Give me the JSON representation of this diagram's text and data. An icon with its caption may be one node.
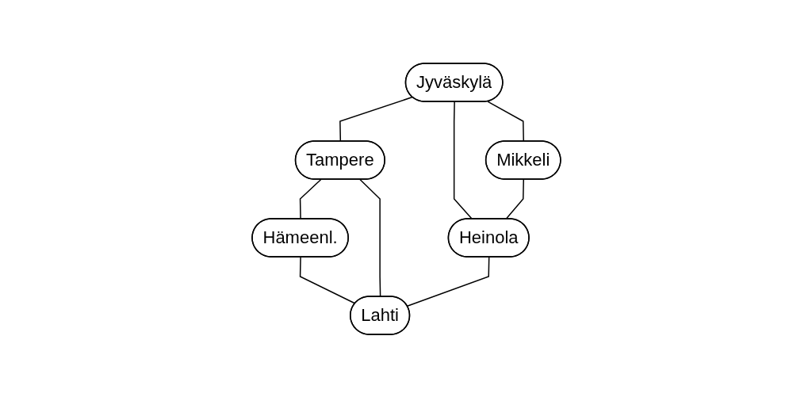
{
  "diagram": {
    "nodes": [
      {
        "text": [
          "Jyväskylä"
        ]
      },
      {
        "text": [
          "Mikkeli"
        ]
      },
      {
        "text": [
          "Tampere"
        ]
      },
      {
        "text": [
          "Heinola"
        ]
      },
      {
        "text": [
          "Hämeenl."
        ]
      },
      {
        "text": [
          "Lahti"
        ]
      }
    ],
    "edges": [
      {
        "from": 0,
        "to": 2,
        "arrow": "none"
      },
      {
        "from": 0,
        "to": 3,
        "arrow": "none"
      },
      {
        "from": 0,
        "to": 1,
        "arrow": "none"
      },
      {
        "from": 1,
        "to": 3,
        "arrow": "none"
      },
      {
        "from": 2,
        "to": 4,
        "arrow": "none"
      },
      {
        "from": 2,
        "to": 5,
        "arrow": "none"
      },
      {
        "from": 3,
        "to": 5,
        "arrow": "none"
      },
      {
        "from": 4,
        "to": 5,
        "arrow": "none"
      }
    ]
  }
}
